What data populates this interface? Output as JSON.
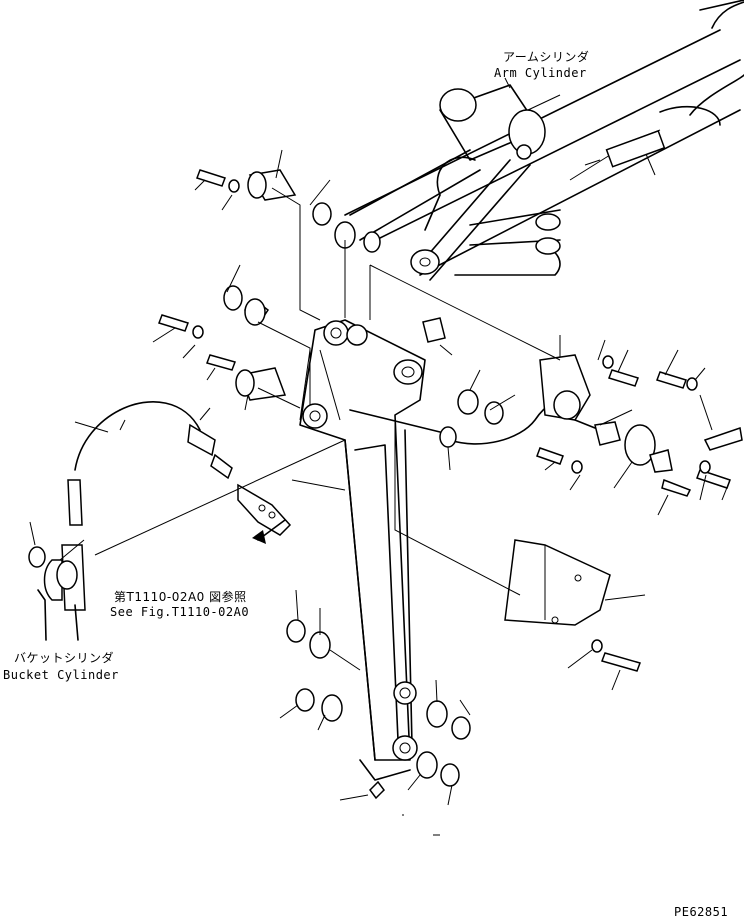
{
  "labels": {
    "arm_cylinder_jp": "アームシリンダ",
    "arm_cylinder_en": "Arm Cylinder",
    "bucket_cylinder_jp": "バケットシリンダ",
    "bucket_cylinder_en": "Bucket Cylinder",
    "reference_jp": "第T1110-02A0 図参照",
    "reference_en": "See Fig.T1110-02A0",
    "drawing_number": "PE62851"
  }
}
